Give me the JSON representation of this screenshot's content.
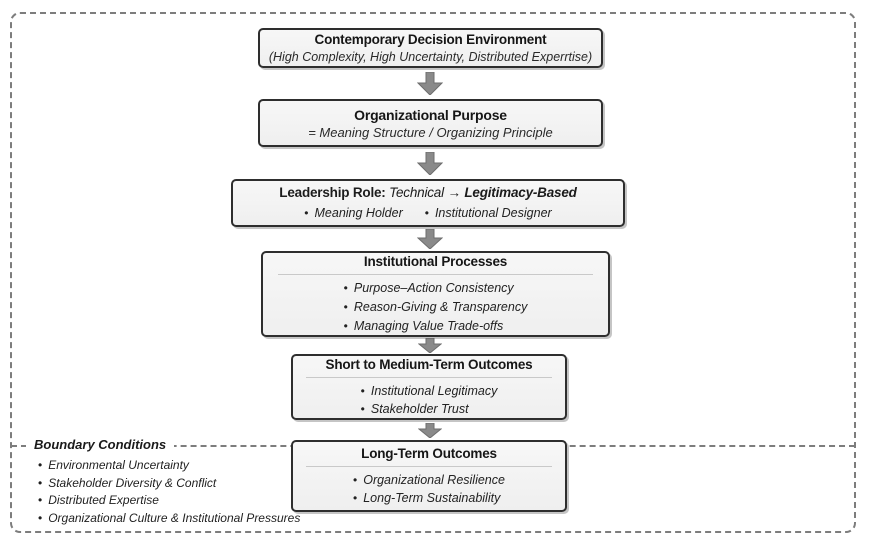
{
  "flow": {
    "box1": {
      "title": "Contemporary Decision Environment",
      "subtitle": "(High Complexity, High Uncertainty, Distributed Experrtise)"
    },
    "box2": {
      "title": "Organizational Purpose",
      "subtitle": "= Meaning Structure / Organizing Principle"
    },
    "box3": {
      "title_prefix": "Leadership Role:",
      "title_technical": "Technical",
      "title_arrow": "→",
      "title_emphasis": "Legitimacy-Based",
      "roles": [
        "Meaning Holder",
        "Institutional Designer"
      ]
    },
    "box4": {
      "title": "Institutional Processes",
      "bullets": [
        "Purpose–Action Consistency",
        "Reason-Giving & Transparency",
        "Managing Value Trade-offs"
      ]
    },
    "box5": {
      "title": "Short to Medium-Term Outcomes",
      "bullets": [
        "Institutional Legitimacy",
        "Stakeholder Trust"
      ]
    },
    "box6": {
      "title": "Long-Term Outcomes",
      "bullets": [
        "Organizational Resilience",
        "Long-Term Sustainability"
      ]
    }
  },
  "boundary": {
    "label": "Boundary Conditions",
    "bullets": [
      "Environmental Uncertainty",
      "Stakeholder Diversity & Conflict",
      "Distributed Expertise",
      "Organizational Culture & Institutional Pressures"
    ]
  },
  "ui": {
    "bullet_glyph": "•"
  },
  "colors": {
    "box_border": "#2e2e2e",
    "box_fill": "#f3f3f3",
    "arrow_fill": "#8a8a8a",
    "arrow_stroke": "#6e6e6e",
    "dashed_line": "#7d7d7d",
    "separator": "#c9c9c9",
    "text": "#1c1c1c"
  }
}
